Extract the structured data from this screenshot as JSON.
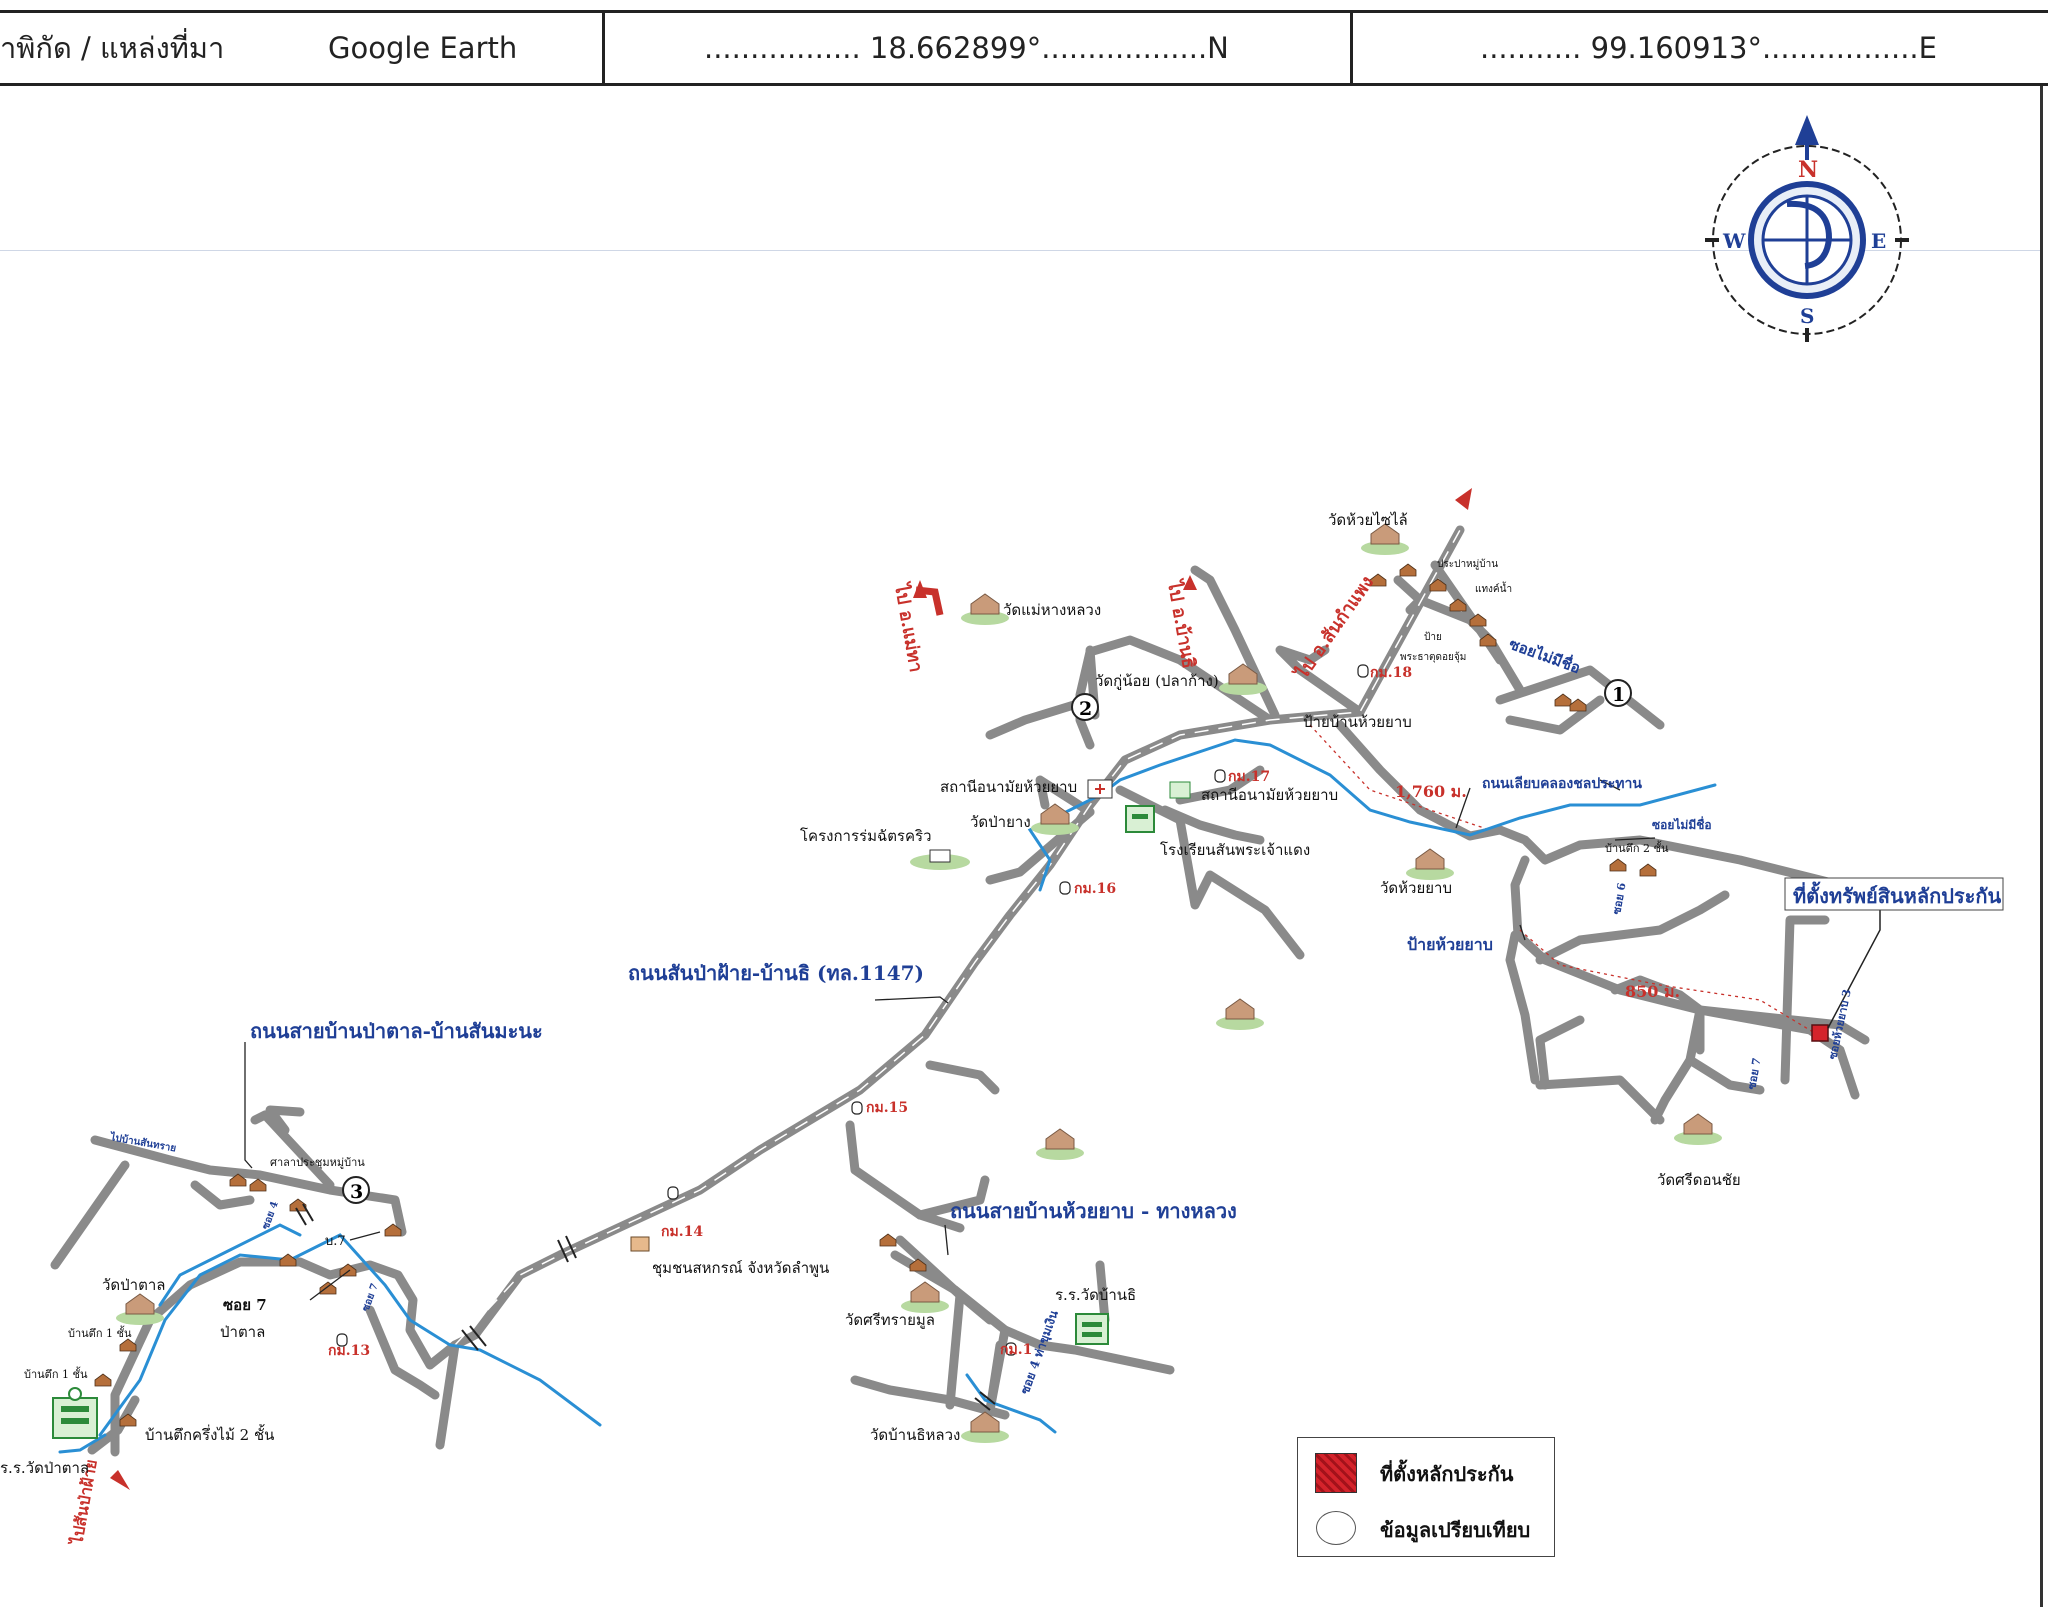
{
  "header": {
    "source_label": "าพิกัด / แหล่งที่มา",
    "source_value": "Google Earth",
    "lat_text": "................. 18.662899°..................N",
    "lon_text": "........... 99.160913°.................E"
  },
  "compass": {
    "n": "N",
    "s": "S",
    "e": "E",
    "w": "W"
  },
  "roads": {
    "main": "ถนนสันป่าฝ้าย-บ้านธิ (ทล.1147)",
    "patal": "ถนนสายบ้านป่าตาล-บ้านสันมะนะ",
    "huaiyap": "ถนนสายบ้านห้วยยาบ - ทางหลวง",
    "canal": "ถนนเลียบคลองชลประทาน",
    "soi7": "ซอย 7",
    "patal_sub": "ป่าตาล"
  },
  "directions": {
    "to_mae_tha": "ไป อ.แม่ทา",
    "to_ban_thi": "ไป อ.บ้านธิ",
    "to_sankamphaeng": "ไป อ.สันกำแพง",
    "to_sanpasai": "ไปสันป่าฝ้าย",
    "to_sansai": "ไปบ้านสันทราย"
  },
  "km_markers": {
    "km13": "กม.13",
    "km14": "กม.14",
    "km15": "กม.15",
    "km16": "กม.16",
    "km17": "กม.17",
    "km18": "กม.18",
    "km1": "กม.1"
  },
  "distances": {
    "d1760": "1,760 ม.",
    "d850": "850 ม."
  },
  "places": {
    "wat_huai_chai_lai": "วัดห้วยไซไล้",
    "wat_mae_hang_luang": "วัดแม่หางหลวง",
    "wat_ku_noi": "วัดกู่น้อย (ปลาก้าง)",
    "pai_ban_huai_yap": "ป้ายบ้านห้วยยาบ",
    "health_center_1": "สถานีอนามัยห้วยยาบ",
    "health_center_2": "สถานีอนามัยห้วยยาบ",
    "wat_pa_yang": "วัดป่ายาง",
    "royal_project": "โครงการร่มฉัตรคริว",
    "school_sanphra": "โรงเรียนสันพระเจ้าแดง",
    "wat_huai_yap": "วัดห้วยยาบ",
    "pai_huai_yap": "ป้ายห้วยยาบ",
    "house2": "บ้านตึก 2 ชั้น",
    "soi_no_name": "ซอยไม่มีชื่อ",
    "soi_no_name2": "ซอยไม่มีชื่อ",
    "wat_si_khon_chai": "วัดศรีดอนชัย",
    "coop": "ชุมชนสหกรณ์ จังหวัดลำพูน",
    "wat_si_sai_mun": "วัดศรีทรายมูล",
    "school_ban_thi": "ร.ร.วัดบ้านธิ",
    "wat_ban_thi_luang": "วัดบ้านธิหลวง",
    "soi4": "ซอย 4 ท่าขุมเงิน",
    "wat_pa_tal": "วัดป่าตาล",
    "house1a": "บ้านตึก 1 ชั้น",
    "house1b": "บ้านตึก 1 ชั้น",
    "school_pa_tal": "ร.ร.วัดป่าตาล",
    "house_wood": "บ้านตึกครึ่งไม้ 2 ชั้น",
    "sala": "ศาลาประชุมหมู่บ้าน",
    "b7": "บ.7",
    "soi4b": "ซอย 4",
    "soi6": "ซอย 6",
    "soi7b": "ซอย 7",
    "tap": "ประปาหมู่บ้าน",
    "pump": "แทงค์น้ำ",
    "sign": "ป้าย",
    "shrine": "พระธาตุดอยจุ้ม"
  },
  "markers": {
    "one": "1",
    "two": "2",
    "three": "3"
  },
  "collateral_title": "ที่ตั้งทรัพย์สินหลักประกัน",
  "collateral_soi": "ซอยห้วยยาบ 3",
  "legend": {
    "collateral": "ที่ตั้งหลักประกัน",
    "comparable": "ข้อมูลเปรียบเทียบ"
  },
  "colors": {
    "road": "#8a8a8a",
    "river": "#2a8fd4",
    "label_blue": "#1f3f96",
    "km_red": "#c8312b",
    "collateral": "#d4232b"
  }
}
